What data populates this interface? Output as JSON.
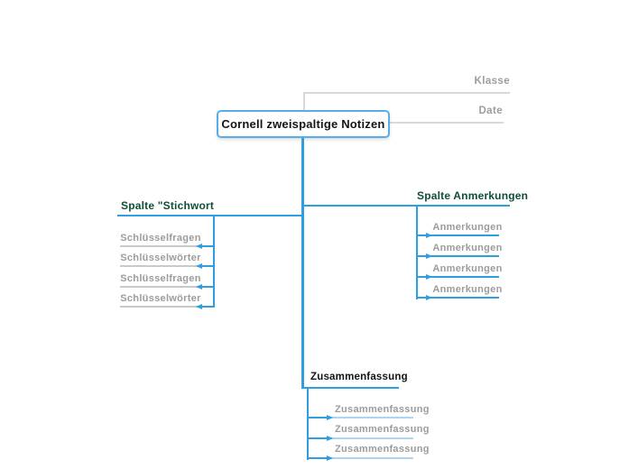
{
  "root": {
    "label": "Cornell zweispaltige Notizen"
  },
  "topics": {
    "klasse": "Klasse",
    "date": "Date"
  },
  "left_branch": {
    "title": "Spalte \"Stichwort",
    "items": [
      "Schlüsselfragen",
      "Schlüsselwörter",
      "Schlüsselfragen",
      "Schlüsselwörter"
    ]
  },
  "right_branch": {
    "title": "Spalte Anmerkungen",
    "items": [
      "Anmerkungen",
      "Anmerkungen",
      "Anmerkungen",
      "Anmerkungen"
    ]
  },
  "bottom_branch": {
    "title": "Zusammenfassung",
    "items": [
      "Zusammenfassung",
      "Zusammenfassung",
      "Zusammenfassung"
    ]
  },
  "colors": {
    "blue": "#2d9fe1",
    "light_blue": "#aad6f2",
    "box_border": "#58ade7",
    "gray_line": "#c9c9c9",
    "lightgray_line": "#d9d9d9",
    "gray_text": "#9c9c9c",
    "green": "#0e4f3a",
    "dark_text": "#141414"
  }
}
